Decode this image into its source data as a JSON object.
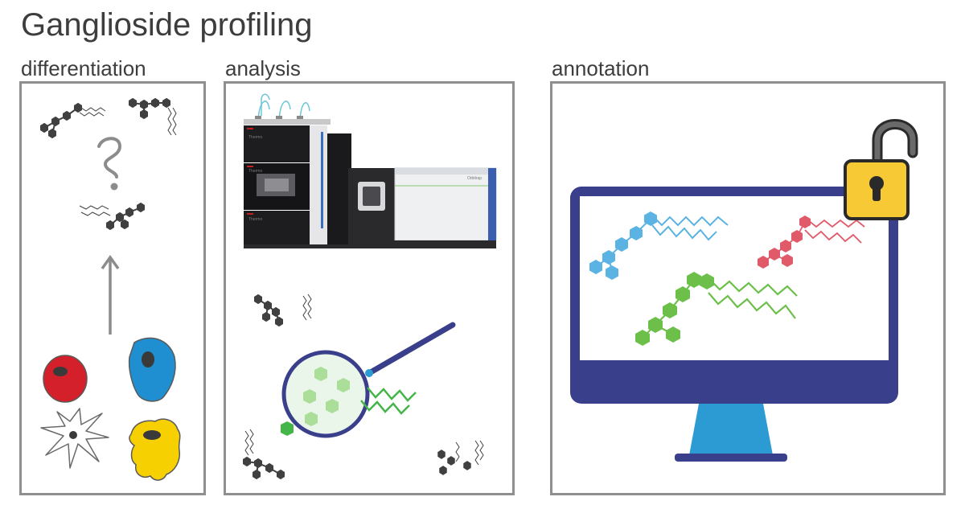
{
  "title": "Ganglioside profiling",
  "panels": {
    "differentiation": {
      "label": "differentiation"
    },
    "analysis": {
      "label": "analysis",
      "instrument_labels": [
        "Thermo",
        "Thermo",
        "Thermo",
        "Orbitrap"
      ]
    },
    "annotation": {
      "label": "annotation"
    }
  },
  "colors": {
    "frame": "#8f8f8f",
    "monitor_navy": "#3a3f8c",
    "monitor_stand": "#2c9ad3",
    "lock_yellow": "#f7c934",
    "glycan_blue": "#5ab3e2",
    "glycan_red": "#e05a6a",
    "glycan_green": "#6cc04a",
    "cell_red": "#d4202a",
    "cell_blue": "#1f8fd1",
    "cell_yellow": "#f6d000"
  },
  "icons": [
    "question-mark-icon",
    "up-arrow-icon",
    "magnifier-icon",
    "padlock-open-icon",
    "monitor-icon"
  ]
}
